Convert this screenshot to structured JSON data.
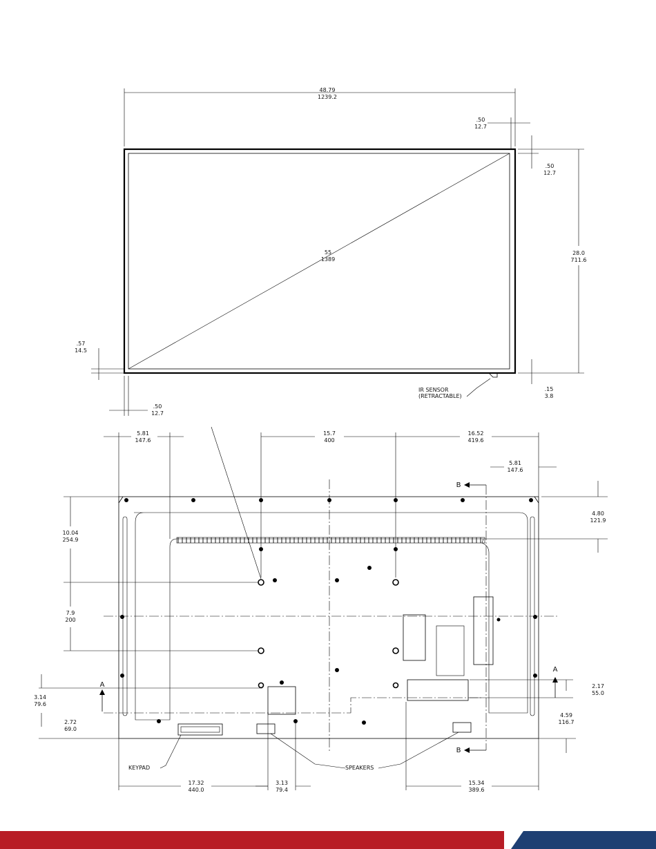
{
  "front_view": {
    "overall_width": {
      "in": "48.79",
      "mm": "1239.2"
    },
    "bezel_right": {
      "in": ".50",
      "mm": "12.7"
    },
    "bezel_top": {
      "in": ".50",
      "mm": "12.7"
    },
    "height": {
      "in": "28.0",
      "mm": "711.6"
    },
    "diagonal": {
      "in": "55",
      "mm": "1389"
    },
    "bezel_bottom": {
      "in": ".57",
      "mm": "14.5"
    },
    "bezel_left": {
      "in": ".50",
      "mm": "12.7"
    },
    "ir_offset": {
      "in": ".15",
      "mm": "3.8"
    },
    "ir_label_1": "IR SENSOR",
    "ir_label_2": "(RETRACTABLE)"
  },
  "rear_view": {
    "left_rail": {
      "in": "5.81",
      "mm": "147.6"
    },
    "vesa_h": {
      "in": "15.7",
      "mm": "400"
    },
    "right_span": {
      "in": "16.52",
      "mm": "419.6"
    },
    "right_rail": {
      "in": "5.81",
      "mm": "147.6"
    },
    "top_rail": {
      "in": "4.80",
      "mm": "121.9"
    },
    "top_to_vesa": {
      "in": "10.04",
      "mm": "254.9"
    },
    "vesa_v": {
      "in": "7.9",
      "mm": "200"
    },
    "section_a_left": {
      "in": "3.14",
      "mm": "79.6"
    },
    "bottom_left": {
      "in": "2.72",
      "mm": "69.0"
    },
    "io_height": {
      "in": "2.17",
      "mm": "55.0"
    },
    "bottom_right": {
      "in": "4.59",
      "mm": "116.7"
    },
    "keypad_offset": {
      "in": "17.32",
      "mm": "440.0"
    },
    "speaker_offset": {
      "in": "3.13",
      "mm": "79.4"
    },
    "speaker_right": {
      "in": "15.34",
      "mm": "389.6"
    },
    "section_a": "A",
    "section_b": "B",
    "keypad_label": "KEYPAD",
    "speakers_label": "SPEAKERS"
  },
  "footer": {
    "color_primary": "#b81c25",
    "color_secondary": "#1e3f73"
  }
}
